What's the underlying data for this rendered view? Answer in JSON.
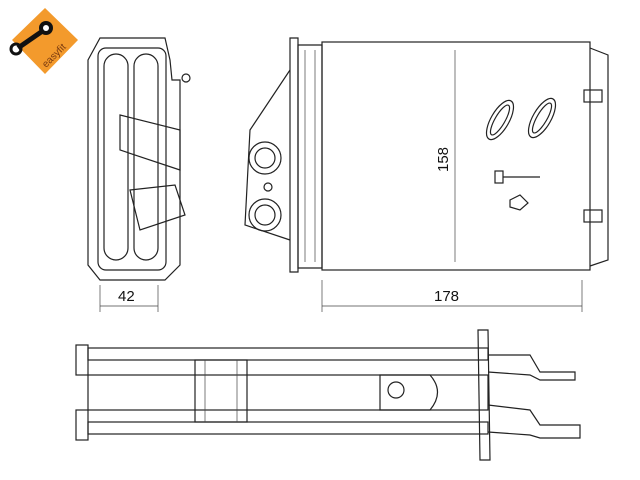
{
  "logo": {
    "text": "easyfit",
    "color": "#f39a2c"
  },
  "dimensions": {
    "depth": "42",
    "height": "158",
    "width": "178"
  }
}
